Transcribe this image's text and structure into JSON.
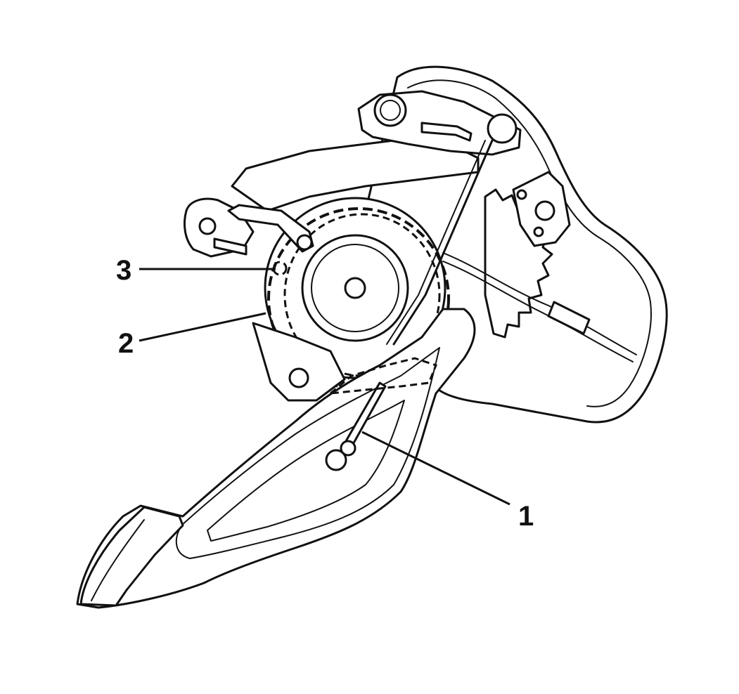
{
  "diagram": {
    "callouts": [
      {
        "id": "1",
        "label": "1"
      },
      {
        "id": "2",
        "label": "2"
      },
      {
        "id": "3",
        "label": "3"
      }
    ],
    "colors": {
      "ink": "#111111",
      "paper": "#ffffff"
    }
  }
}
